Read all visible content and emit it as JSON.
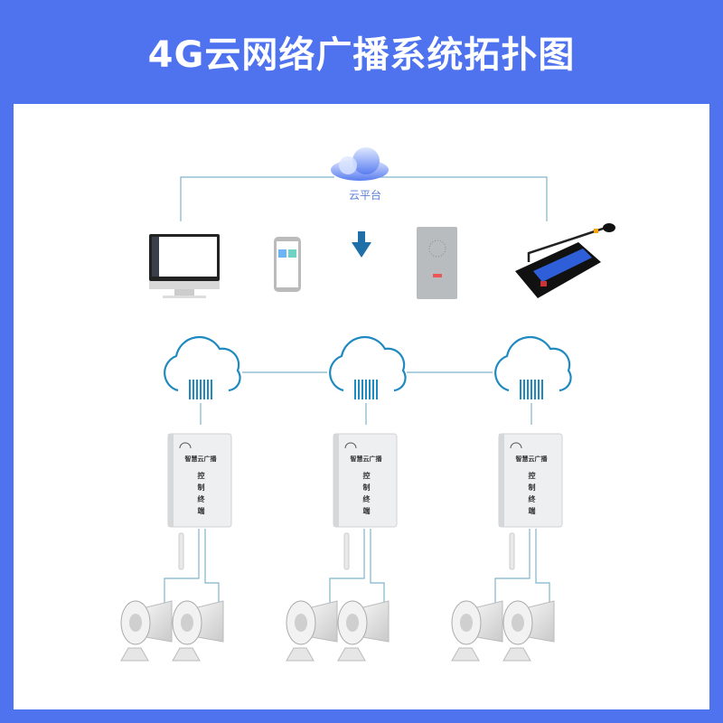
{
  "title": "4G云网络广播系统拓扑图",
  "cloud_platform_label": "云平台",
  "terminals": [
    {
      "brand": "智慧云广播",
      "name": "控制终端"
    },
    {
      "brand": "智慧云广播",
      "name": "控制终端"
    },
    {
      "brand": "智慧云广播",
      "name": "控制终端"
    }
  ],
  "colors": {
    "background": "#4f73ee",
    "line": "#7fb3c9",
    "cloud_stroke": "#1f8ac0"
  }
}
